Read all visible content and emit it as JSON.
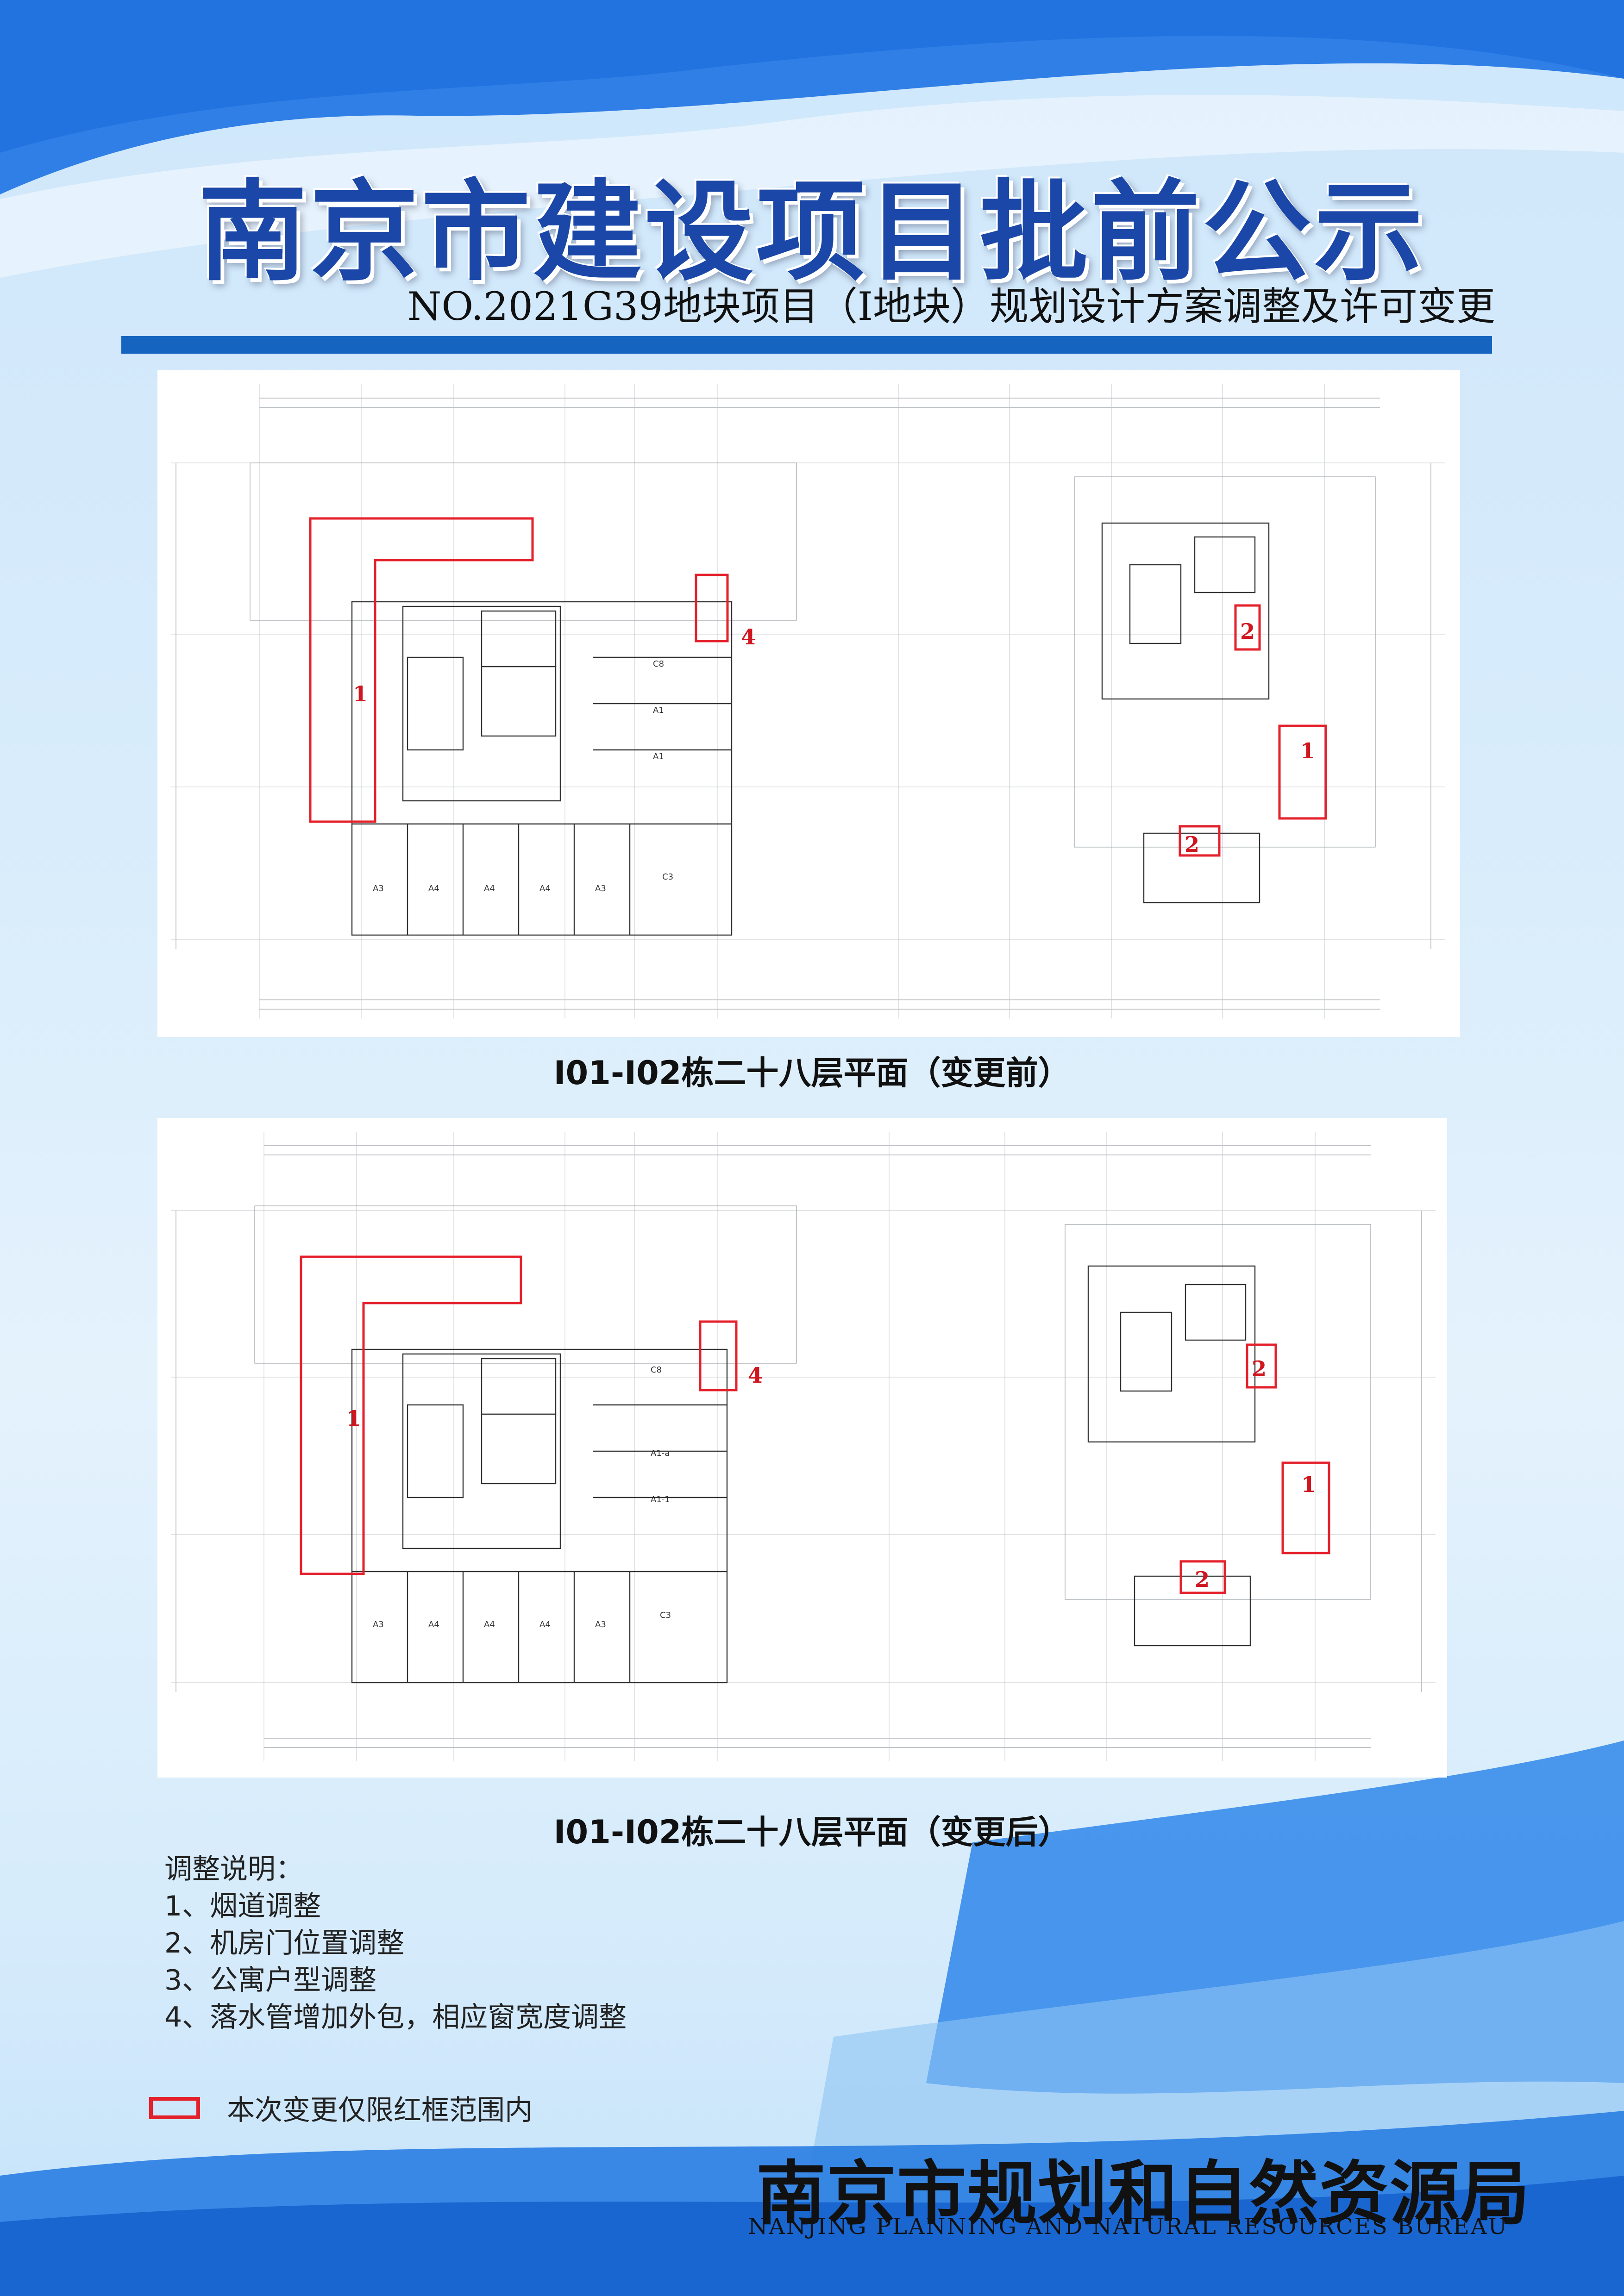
{
  "header": {
    "title": "南京市建设项目批前公示",
    "subtitle": "NO.2021G39地块项目（I地块）规划设计方案调整及许可变更"
  },
  "plans": [
    {
      "caption": "I01-I02栋二十八层平面（变更前）",
      "markers": {
        "m1a": "1",
        "m4": "4",
        "m2a": "2",
        "m1b": "1",
        "m2b": "2"
      },
      "units": [
        "A3",
        "A4",
        "A4",
        "A4",
        "A3",
        "C3",
        "C8",
        "A1",
        "A1"
      ]
    },
    {
      "caption": "I01-I02栋二十八层平面（变更后）",
      "markers": {
        "m1a": "1",
        "m4": "4",
        "m2a": "2",
        "m1b": "1",
        "m2b": "2"
      },
      "units": [
        "A3",
        "A4",
        "A4",
        "A4",
        "A3",
        "C3",
        "C8",
        "A1-a",
        "A1-1"
      ]
    }
  ],
  "notes": {
    "heading": "调整说明：",
    "items": [
      "1、烟道调整",
      "2、机房门位置调整",
      "3、公寓户型调整",
      "4、落水管增加外包，相应窗宽度调整"
    ]
  },
  "legend": {
    "text": "本次变更仅限红框范围内",
    "color": "#e4202b"
  },
  "footer": {
    "bureau_cn": "南京市规划和自然资源局",
    "bureau_en": "NANJING PLANNING AND NATURAL RESOURCES BUREAU"
  },
  "colors": {
    "title": "#1a47a8",
    "rule": "#1565c0",
    "marker": "#e4202b"
  }
}
